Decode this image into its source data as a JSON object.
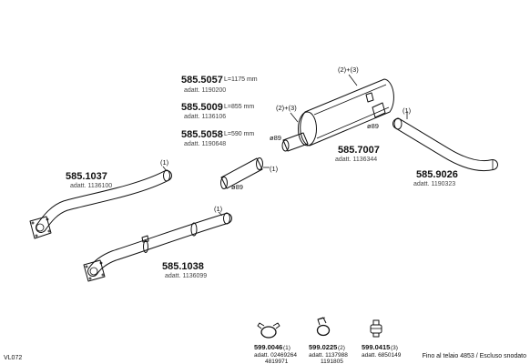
{
  "parts": [
    {
      "id": "muffler",
      "code": "585.7007",
      "ref": "adatt. 1136344",
      "notes": [
        "(2)+(3)",
        "(2)+(3)",
        "ø89",
        "ø89"
      ]
    },
    {
      "id": "pipe-5057",
      "code": "585.5057",
      "length": "L=1175  mm",
      "ref": "adatt. 1190200"
    },
    {
      "id": "pipe-5009",
      "code": "585.5009",
      "length": "L=855  mm",
      "ref": "adatt. 1136106"
    },
    {
      "id": "pipe-5058",
      "code": "585.5058",
      "length": "L=590  mm",
      "ref": "adatt. 1190648",
      "notes": [
        "(1)",
        "ø89"
      ]
    },
    {
      "id": "tailpipe",
      "code": "585.9026",
      "ref": "adatt. 1190323",
      "notes": [
        "(1)"
      ]
    },
    {
      "id": "front-pipe",
      "code": "585.1037",
      "ref": "adatt. 1136100",
      "notes": [
        "(1)"
      ]
    },
    {
      "id": "mid-pipe",
      "code": "585.1038",
      "ref": "adatt. 1136099",
      "notes": [
        "(1)"
      ]
    }
  ],
  "accessories": [
    {
      "id": "clamp-a",
      "code": "599.0046",
      "qty": "(1)",
      "refs": [
        "adatt. 02469264",
        "4819971"
      ]
    },
    {
      "id": "clamp-b",
      "code": "599.0225",
      "qty": "(2)",
      "refs": [
        "adatt. 1137988",
        "1191805"
      ]
    },
    {
      "id": "hanger",
      "code": "599.0415",
      "qty": "(3)",
      "refs": [
        "adatt. 6850149"
      ]
    }
  ],
  "footer": {
    "model": "VL072",
    "note": "Fino al telaio 4853 / Escluso snodato"
  },
  "colors": {
    "line": "#111111",
    "paper": "#ffffff",
    "secondary-text": "#444444"
  }
}
